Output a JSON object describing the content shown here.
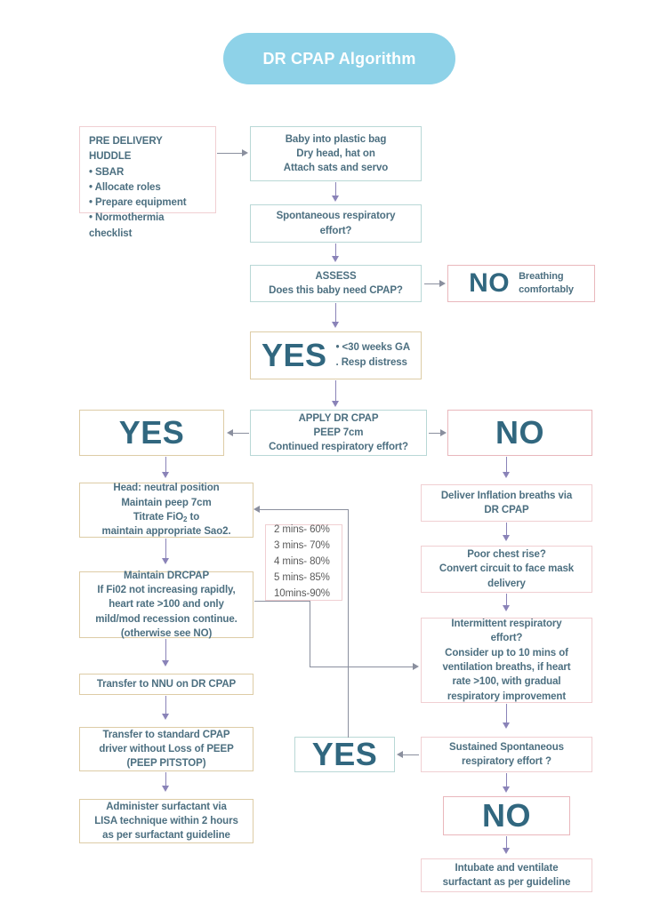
{
  "title": {
    "text": "DR CPAP Algorithm",
    "pill_color": "#8ed2e8"
  },
  "palette": {
    "teal_border": "#b9d8d6",
    "pink_border": "#f0cfd2",
    "pink_strong_border": "#e9b7bc",
    "tan_border": "#ddcca6",
    "text": "#4c6f80",
    "word_color": "#31677f",
    "connector": "#8a8f9e",
    "arrow_purple": "#8a83b8",
    "background": "#ffffff"
  },
  "nodes": {
    "huddle": {
      "heading": "PRE DELIVERY HUDDLE",
      "items": [
        "SBAR",
        "Allocate roles",
        "Prepare equipment",
        "Normothermia"
      ],
      "continuation": "checklist"
    },
    "plastic_bag": {
      "line1": "Baby into plastic bag",
      "line2": "Dry head, hat on",
      "line3": "Attach sats and servo"
    },
    "spontaneous": {
      "line1": "Spontaneous respiratory",
      "line2": "effort?"
    },
    "assess": {
      "line1": "ASSESS",
      "line2": "Does this baby need CPAP?"
    },
    "no_breathing": {
      "word": "NO",
      "side1": "Breathing",
      "side2": "comfortably"
    },
    "yes_criteria": {
      "word": "YES",
      "bullet1": "<30 weeks GA",
      "bullet2": "Resp distress"
    },
    "apply_cpap": {
      "line1": "APPLY DR CPAP",
      "line2": "PEEP 7cm",
      "line3": "Continued respiratory effort?"
    },
    "yes_left": {
      "word": "YES"
    },
    "no_right": {
      "word": "NO"
    },
    "head_neutral": {
      "line1": "Head: neutral position",
      "line2": "Maintain peep 7cm",
      "line3a": "Titrate FiO",
      "line3sub": "2",
      "line3b": " to",
      "line4": "maintain appropriate Sao2."
    },
    "fio2_table": {
      "rows": [
        "2 mins- 60%",
        "3 mins- 70%",
        "4 mins- 80%",
        "5 mins- 85%",
        "10mins-90%"
      ]
    },
    "maintain_drcpap": {
      "line1": "Maintain DRCPAP",
      "line2": "If Fi02 not increasing rapidly,",
      "line3": "heart rate >100 and only",
      "line4": "mild/mod recession continue.",
      "line5": "(otherwise see NO)"
    },
    "transfer_nnu": {
      "line1": "Transfer to NNU on DR CPAP"
    },
    "transfer_standard": {
      "line1": "Transfer to standard CPAP",
      "line2": "driver without Loss of PEEP",
      "line3": "(PEEP PITSTOP)"
    },
    "surfactant": {
      "line1": "Administer surfactant via",
      "line2": "LISA technique within 2 hours",
      "line3": "as per surfactant guideline"
    },
    "deliver_inflation": {
      "line1": "Deliver Inflation breaths via",
      "line2": "DR CPAP"
    },
    "poor_chest": {
      "line1": "Poor chest rise?",
      "line2": "Convert circuit to face mask",
      "line3": "delivery"
    },
    "intermittent": {
      "line1": "Intermittent respiratory",
      "line2": "effort?",
      "line3": "Consider up to 10 mins of",
      "line4": "ventilation breaths, if heart",
      "line5": "rate >100, with gradual",
      "line6": "respiratory improvement"
    },
    "yes_bottom": {
      "word": "YES"
    },
    "sustained": {
      "line1": "Sustained Spontaneous",
      "line2": "respiratory effort ?"
    },
    "no_bottom": {
      "word": "NO"
    },
    "intubate": {
      "line1": "Intubate and ventilate",
      "line2": "surfactant as per guideline"
    }
  }
}
